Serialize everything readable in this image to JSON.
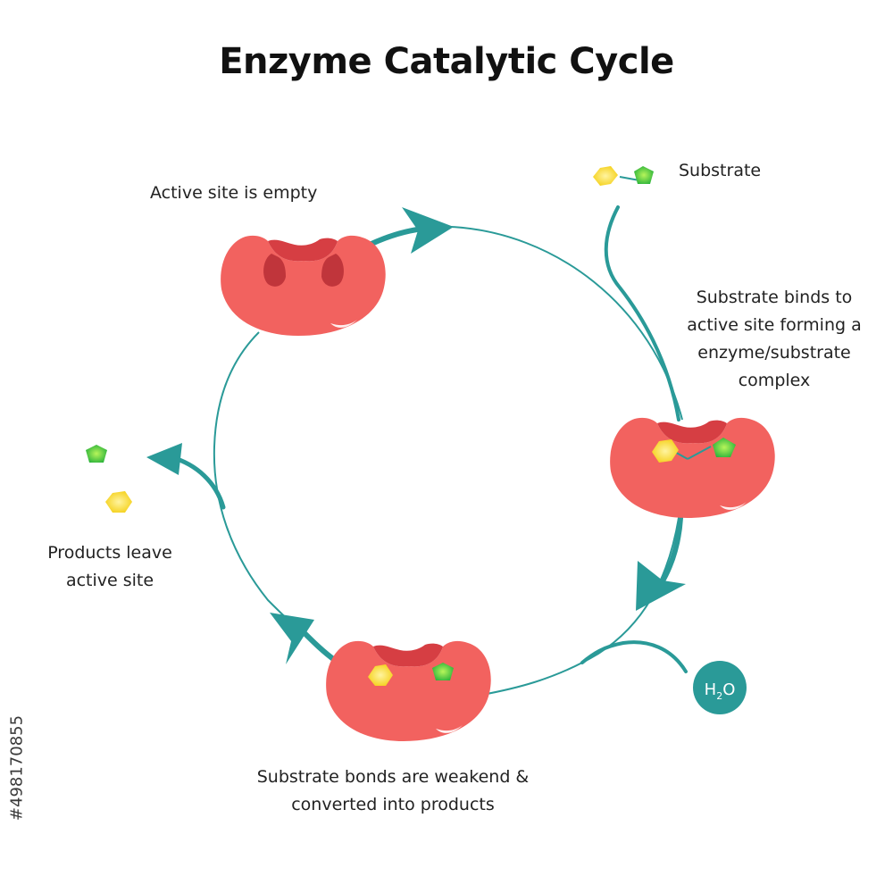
{
  "title": "Enzyme Catalytic Cycle",
  "steps": {
    "empty": "Active site is empty",
    "substrate": "Substrate",
    "binds": [
      "Substrate binds to",
      "active site forming a",
      "enzyme/substrate",
      "complex"
    ],
    "weakened": [
      "Substrate bonds are weakend &",
      "converted into products"
    ],
    "leave": [
      "Products leave",
      "active site"
    ]
  },
  "water": {
    "base": "H",
    "sub": "2",
    "tail": "O"
  },
  "stock_id": "#498170855",
  "colors": {
    "enzyme": "#f2625f",
    "enzyme_shadow": "#d63e43",
    "arrow": "#2a9a98",
    "hexagon": "#f5d11c",
    "pentagon": "#3ec94a"
  },
  "icons": [
    "enzyme-icon",
    "hexagon-molecule-icon",
    "pentagon-molecule-icon",
    "water-molecule-icon",
    "arrow-icon"
  ]
}
